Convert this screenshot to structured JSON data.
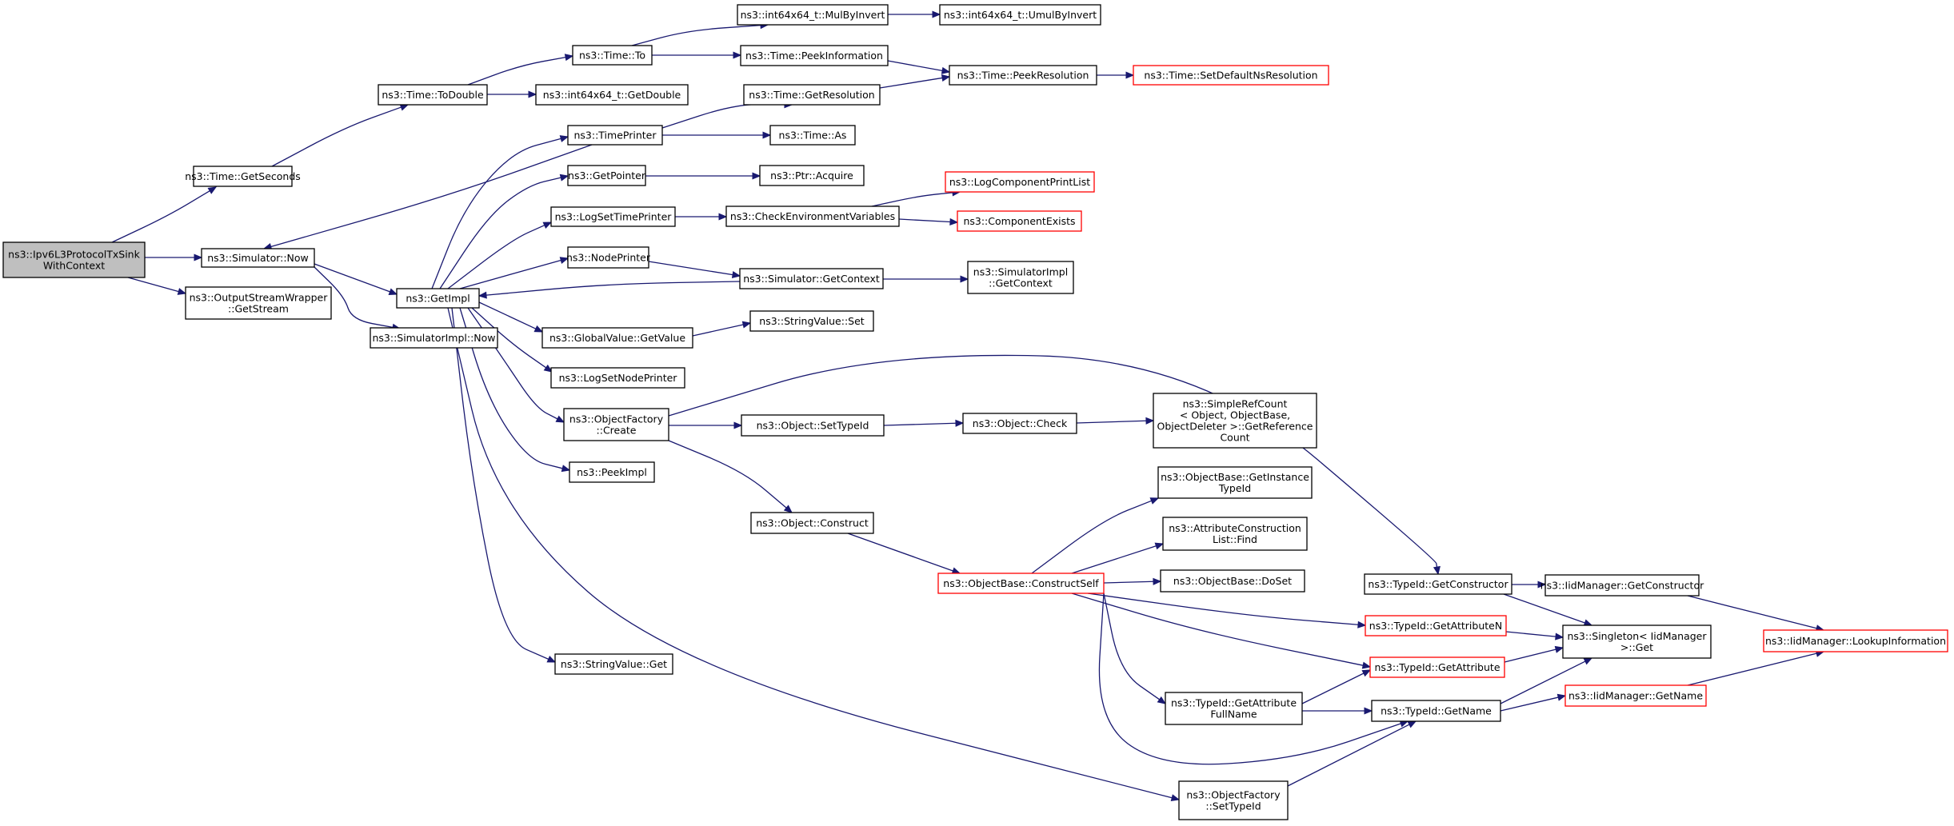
{
  "graph": {
    "style": {
      "edge_color": "#191970",
      "node_border": "#000000",
      "truncated_node_border": "#ff0000",
      "root_fill": "#bfbfbf",
      "node_fill": "#ffffff"
    },
    "nodes": [
      {
        "id": "root",
        "lines": [
          "ns3::Ipv6L3ProtocolTxSink",
          "WithContext"
        ],
        "root": true
      },
      {
        "id": "getSeconds",
        "lines": [
          "ns3::Time::GetSeconds"
        ]
      },
      {
        "id": "simNow",
        "lines": [
          "ns3::Simulator::Now"
        ]
      },
      {
        "id": "osw",
        "lines": [
          "ns3::OutputStreamWrapper",
          "::GetStream"
        ]
      },
      {
        "id": "toDouble",
        "lines": [
          "ns3::Time::ToDouble"
        ]
      },
      {
        "id": "getImpl",
        "lines": [
          "ns3::GetImpl"
        ]
      },
      {
        "id": "simImplNow",
        "lines": [
          "ns3::SimulatorImpl::Now"
        ]
      },
      {
        "id": "timeTo",
        "lines": [
          "ns3::Time::To"
        ]
      },
      {
        "id": "i64GetDouble",
        "lines": [
          "ns3::int64x64_t::GetDouble"
        ]
      },
      {
        "id": "timePrinter",
        "lines": [
          "ns3::TimePrinter"
        ]
      },
      {
        "id": "getPointer",
        "lines": [
          "ns3::GetPointer"
        ]
      },
      {
        "id": "logSetTime",
        "lines": [
          "ns3::LogSetTimePrinter"
        ]
      },
      {
        "id": "nodePrinter",
        "lines": [
          "ns3::NodePrinter"
        ]
      },
      {
        "id": "gvGetValue",
        "lines": [
          "ns3::GlobalValue::GetValue"
        ]
      },
      {
        "id": "logSetNode",
        "lines": [
          "ns3::LogSetNodePrinter"
        ]
      },
      {
        "id": "ofCreate",
        "lines": [
          "ns3::ObjectFactory",
          "::Create"
        ]
      },
      {
        "id": "peekImpl",
        "lines": [
          "ns3::PeekImpl"
        ]
      },
      {
        "id": "svGet",
        "lines": [
          "ns3::StringValue::Get"
        ]
      },
      {
        "id": "mulByInvert",
        "lines": [
          "ns3::int64x64_t::MulByInvert"
        ]
      },
      {
        "id": "peekInfo",
        "lines": [
          "ns3::Time::PeekInformation"
        ]
      },
      {
        "id": "getRes",
        "lines": [
          "ns3::Time::GetResolution"
        ]
      },
      {
        "id": "timeAs",
        "lines": [
          "ns3::Time::As"
        ]
      },
      {
        "id": "ptrAcquire",
        "lines": [
          "ns3::Ptr::Acquire"
        ]
      },
      {
        "id": "checkEnv",
        "lines": [
          "ns3::CheckEnvironmentVariables"
        ]
      },
      {
        "id": "simGetCtx",
        "lines": [
          "ns3::Simulator::GetContext"
        ]
      },
      {
        "id": "svSet",
        "lines": [
          "ns3::StringValue::Set"
        ]
      },
      {
        "id": "objSetTypeId",
        "lines": [
          "ns3::Object::SetTypeId"
        ]
      },
      {
        "id": "objConstruct",
        "lines": [
          "ns3::Object::Construct"
        ]
      },
      {
        "id": "umulByInvert",
        "lines": [
          "ns3::int64x64_t::UmulByInvert"
        ]
      },
      {
        "id": "peekRes",
        "lines": [
          "ns3::Time::PeekResolution"
        ]
      },
      {
        "id": "logCompPrint",
        "lines": [
          "ns3::LogComponentPrintList"
        ],
        "truncated": true
      },
      {
        "id": "compExists",
        "lines": [
          "ns3::ComponentExists"
        ],
        "truncated": true
      },
      {
        "id": "simImplGetCtx",
        "lines": [
          "ns3::SimulatorImpl",
          "::GetContext"
        ]
      },
      {
        "id": "objCheck",
        "lines": [
          "ns3::Object::Check"
        ]
      },
      {
        "id": "obConstructSelf",
        "lines": [
          "ns3::ObjectBase::ConstructSelf"
        ],
        "truncated": true
      },
      {
        "id": "setDefaultNsRes",
        "lines": [
          "ns3::Time::SetDefaultNsResolution"
        ],
        "truncated": true
      },
      {
        "id": "simpleRefCount",
        "lines": [
          "ns3::SimpleRefCount",
          "< Object, ObjectBase,",
          "ObjectDeleter >::GetReference",
          "Count"
        ]
      },
      {
        "id": "obGetInstTypeId",
        "lines": [
          "ns3::ObjectBase::GetInstance",
          "TypeId"
        ]
      },
      {
        "id": "acListFind",
        "lines": [
          "ns3::AttributeConstruction",
          "List::Find"
        ]
      },
      {
        "id": "obDoSet",
        "lines": [
          "ns3::ObjectBase::DoSet"
        ]
      },
      {
        "id": "tidGetAttrFullName",
        "lines": [
          "ns3::TypeId::GetAttribute",
          "FullName"
        ]
      },
      {
        "id": "ofSetTypeId",
        "lines": [
          "ns3::ObjectFactory",
          "::SetTypeId"
        ]
      },
      {
        "id": "tidGetCtor",
        "lines": [
          "ns3::TypeId::GetConstructor"
        ]
      },
      {
        "id": "tidGetAttrN",
        "lines": [
          "ns3::TypeId::GetAttributeN"
        ],
        "truncated": true
      },
      {
        "id": "tidGetAttr",
        "lines": [
          "ns3::TypeId::GetAttribute"
        ],
        "truncated": true
      },
      {
        "id": "tidGetName",
        "lines": [
          "ns3::TypeId::GetName"
        ]
      },
      {
        "id": "iidGetCtor",
        "lines": [
          "ns3::IidManager::GetConstructor"
        ]
      },
      {
        "id": "singletonGet",
        "lines": [
          "ns3::Singleton< IidManager",
          " >::Get"
        ]
      },
      {
        "id": "iidGetName",
        "lines": [
          "ns3::IidManager::GetName"
        ],
        "truncated": true
      },
      {
        "id": "iidLookupInfo",
        "lines": [
          "ns3::IidManager::LookupInformation"
        ],
        "truncated": true
      }
    ]
  }
}
